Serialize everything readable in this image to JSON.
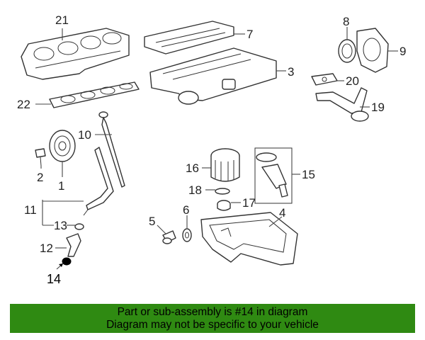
{
  "callouts": {
    "c1": "1",
    "c2": "2",
    "c3": "3",
    "c4": "4",
    "c5": "5",
    "c6": "6",
    "c7": "7",
    "c8": "8",
    "c9": "9",
    "c10": "10",
    "c11": "11",
    "c12": "12",
    "c13": "13",
    "c14": "14",
    "c15": "15",
    "c16": "16",
    "c17": "17",
    "c18": "18",
    "c19": "19",
    "c20": "20",
    "c21": "21",
    "c22": "22"
  },
  "highlighted_part": "14",
  "colors": {
    "banner": "#2f8a12",
    "line": "#333333"
  },
  "banner": {
    "line1": "Part or sub-assembly is #14 in diagram",
    "line2": "Diagram may not be specific to your vehicle"
  }
}
